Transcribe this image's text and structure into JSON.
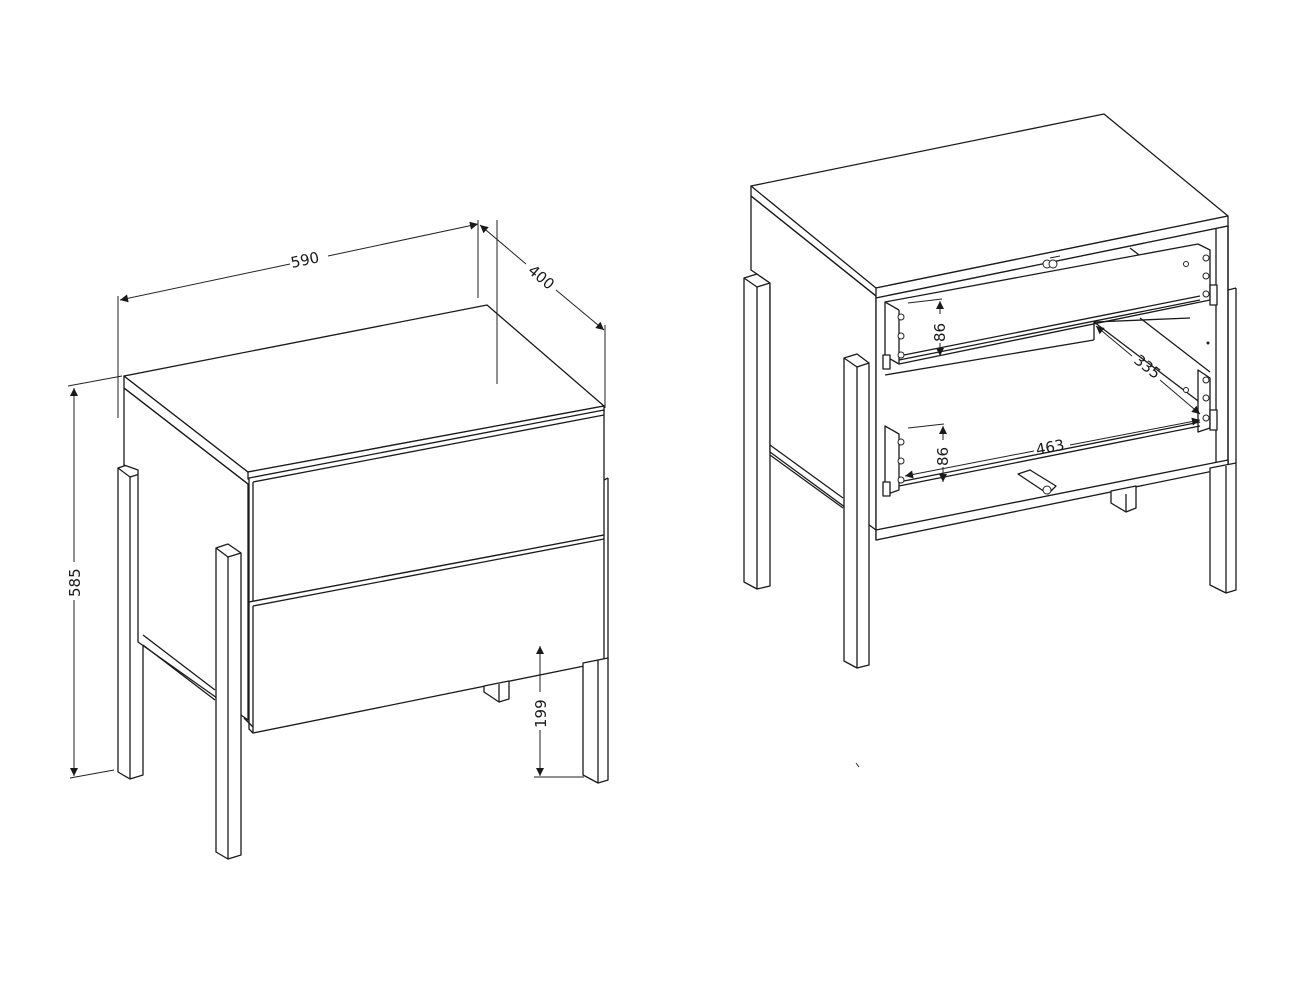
{
  "drawing": {
    "description": "Technical drawing of a two-drawer nightstand with metal legs (dimensions in mm)",
    "views": [
      {
        "name": "assembled-view",
        "dimensions": {
          "width": "590",
          "depth": "400",
          "height": "585",
          "leg_clearance": "199"
        }
      },
      {
        "name": "open-carcass-view",
        "dimensions": {
          "drawer_height_upper": "86",
          "drawer_height_lower": "86",
          "drawer_depth": "335",
          "drawer_width": "463"
        }
      }
    ]
  },
  "labels": {
    "width": "590",
    "depth": "400",
    "height": "585",
    "clearance": "199",
    "upper_drawer_h": "86",
    "lower_drawer_h": "86",
    "drawer_depth": "335",
    "drawer_width": "463"
  },
  "colors": {
    "line": "#1a1a1a",
    "background": "#ffffff"
  }
}
